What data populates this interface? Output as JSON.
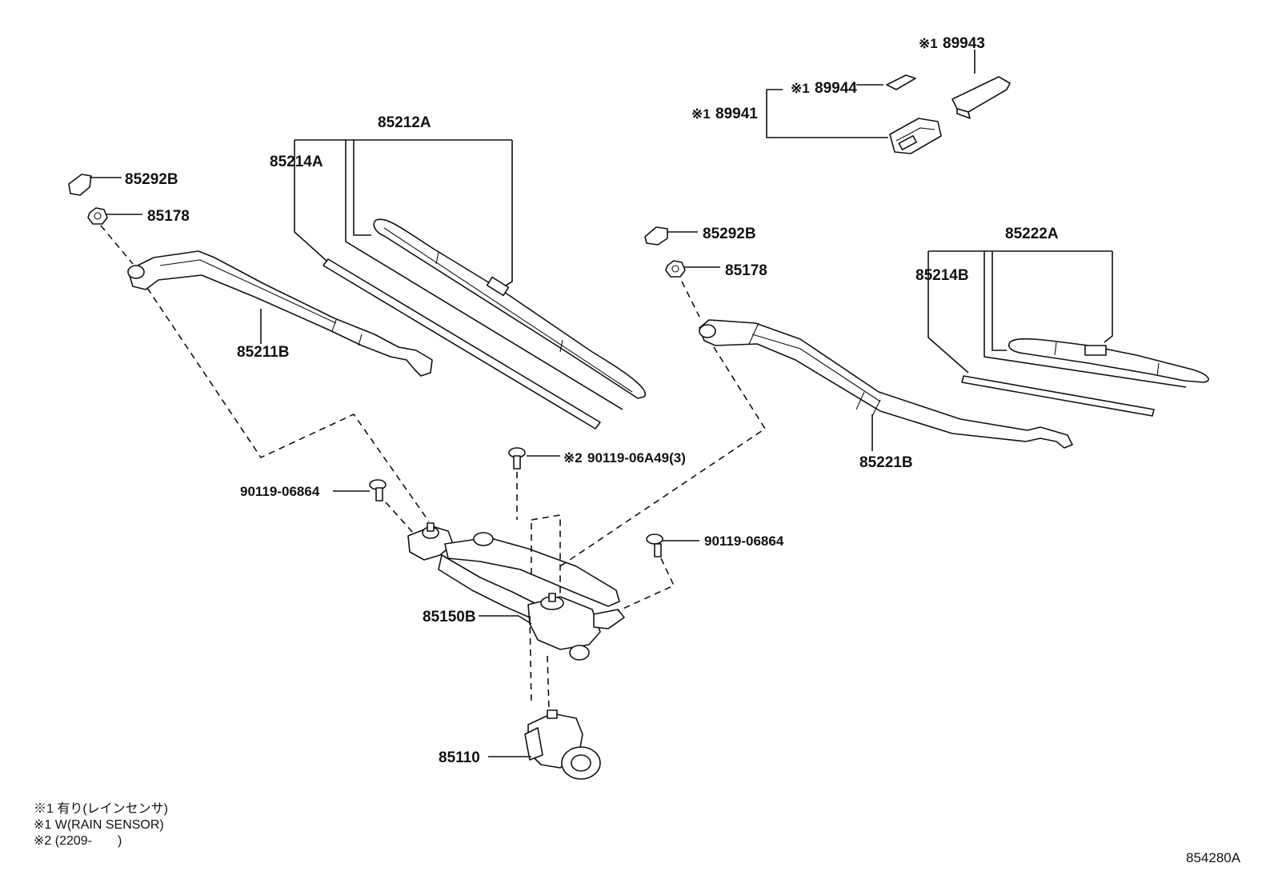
{
  "callouts": {
    "c85212A": "85212A",
    "c85214A": "85214A",
    "c85292B_left": "85292B",
    "c85178_left": "85178",
    "c85211B": "85211B",
    "c89943": "89943",
    "c89944": "89944",
    "c89941": "89941",
    "c85292B_right": "85292B",
    "c85178_right": "85178",
    "c85222A": "85222A",
    "c85214B": "85214B",
    "c85221B": "85221B",
    "c90119_06A49": "90119-06A49(3)",
    "c90119_06864_left": "90119-06864",
    "c90119_06864_right": "90119-06864",
    "c85150B": "85150B",
    "c85110": "85110"
  },
  "marks": {
    "m1": "※1",
    "m2": "※2"
  },
  "notes": [
    "※1 有り(レインセンサ)",
    "※1 W(RAIN SENSOR)",
    "※2 (2209-　　)"
  ],
  "diagram_code": "854280A"
}
